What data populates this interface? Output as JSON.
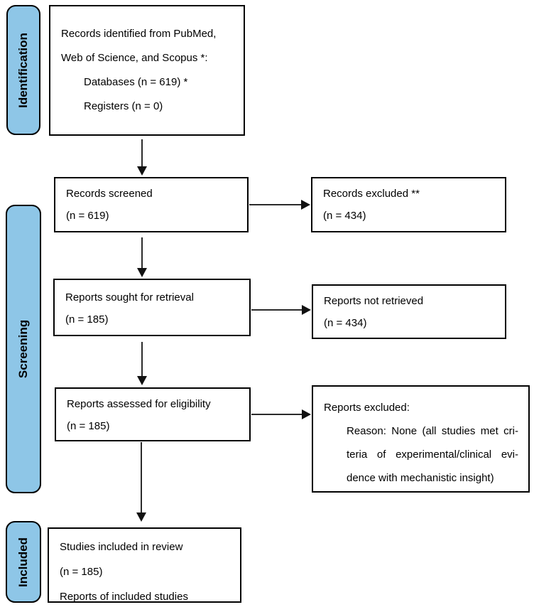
{
  "title": "PRISMA flow diagram",
  "palette": {
    "stage_fill": "#8EC6E7",
    "box_border": "#000000",
    "arrow_color": "#2b2b2b"
  },
  "stages": [
    {
      "label": "Identification"
    },
    {
      "label": "Screening"
    },
    {
      "label": "Included"
    }
  ],
  "boxes": {
    "records_identified": {
      "lines": [
        "Records identified from PubMed,",
        "Web of Science, and Scopus *:"
      ],
      "indented_lines": [
        "Databases (n = 619) *",
        "Registers (n = 0)"
      ]
    },
    "records_screened": {
      "lines": [
        "Records screened",
        "(n = 619)"
      ]
    },
    "records_excluded": {
      "lines": [
        "Records excluded **",
        "(n = 434)"
      ]
    },
    "reports_sought": {
      "lines": [
        "Reports sought for retrieval",
        "(n = 185)"
      ]
    },
    "reports_not_retrieved": {
      "lines": [
        "Reports not retrieved",
        "(n = 434)"
      ]
    },
    "reports_assessed": {
      "lines": [
        "Reports assessed for eligibility",
        "(n = 185)"
      ]
    },
    "reports_excluded": {
      "lines": [
        "Reports excluded:"
      ],
      "indented_lines": [
        "Reason: None (all studies met cri-",
        "teria of experimental/clinical evi-",
        "dence with mechanistic insight)"
      ]
    },
    "studies_included": {
      "lines": [
        "Studies included in review",
        "(n = 185)",
        "Reports of included studies"
      ]
    }
  }
}
